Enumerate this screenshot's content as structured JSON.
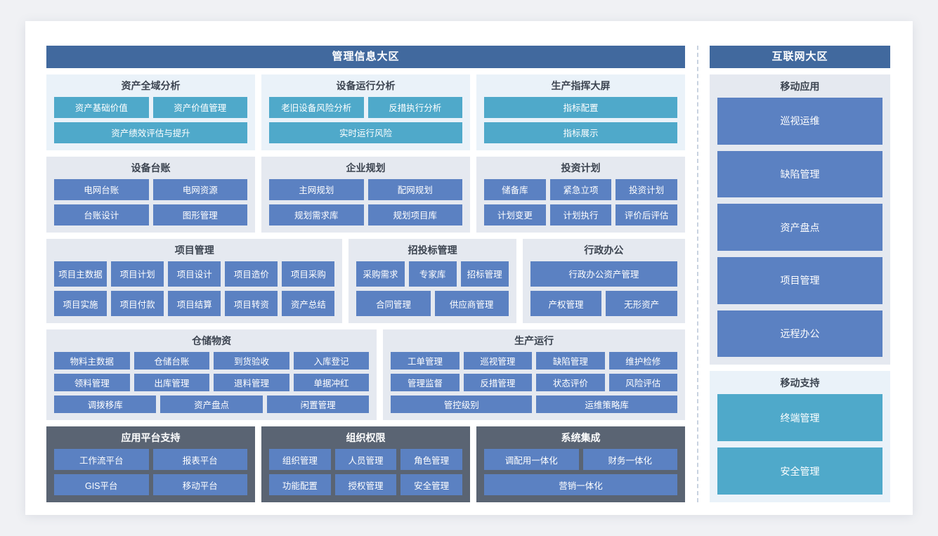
{
  "zones": {
    "left": {
      "header": "管理信息大区",
      "rows": [
        {
          "groups": [
            {
              "title": "资产全域分析",
              "theme": "cyan",
              "flex": 3.03,
              "tile_rows": [
                [
                  "资产基础价值",
                  "资产价值管理"
                ],
                [
                  "资产绩效评估与提升"
                ]
              ]
            },
            {
              "title": "设备运行分析",
              "theme": "cyan",
              "flex": 3.03,
              "tile_rows": [
                [
                  "老旧设备风险分析",
                  "反措执行分析"
                ],
                [
                  "实时运行风险"
                ]
              ]
            },
            {
              "title": "生产指挥大屏",
              "theme": "cyan",
              "flex": 3.03,
              "tile_rows": [
                [
                  "指标配置"
                ],
                [
                  "指标展示"
                ]
              ]
            }
          ]
        },
        {
          "groups": [
            {
              "title": "设备台账",
              "theme": "blue",
              "flex": 3.03,
              "tile_rows": [
                [
                  "电网台账",
                  "电网资源"
                ],
                [
                  "台账设计",
                  "图形管理"
                ]
              ]
            },
            {
              "title": "企业规划",
              "theme": "blue",
              "flex": 3.03,
              "tile_rows": [
                [
                  "主网规划",
                  "配网规划"
                ],
                [
                  "规划需求库",
                  "规划项目库"
                ]
              ]
            },
            {
              "title": "投资计划",
              "theme": "blue",
              "flex": 3.03,
              "tile_rows": [
                [
                  "储备库",
                  "紧急立项",
                  "投资计划"
                ],
                [
                  "计划变更",
                  "计划执行",
                  "评价后评估"
                ]
              ]
            }
          ]
        },
        {
          "groups": [
            {
              "title": "项目管理",
              "theme": "blue",
              "flex": 4.3,
              "tile_rows": [
                [
                  "项目主数据",
                  "项目计划",
                  "项目设计",
                  "项目造价",
                  "项目采购"
                ],
                [
                  "项目实施",
                  "项目付款",
                  "项目结算",
                  "项目转资",
                  "资产总结"
                ]
              ]
            },
            {
              "title": "招投标管理",
              "theme": "blue",
              "flex": 2.43,
              "tile_rows": [
                [
                  "采购需求",
                  "专家库",
                  "招标管理"
                ],
                [
                  "合同管理",
                  "供应商管理"
                ]
              ]
            },
            {
              "title": "行政办公",
              "theme": "blue",
              "flex": 2.36,
              "tile_rows": [
                [
                  "行政办公资产管理"
                ],
                [
                  "产权管理",
                  "无形资产"
                ]
              ]
            }
          ]
        },
        {
          "groups": [
            {
              "title": "仓储物资",
              "theme": "blue",
              "flex": 4.75,
              "tile_rows": [
                [
                  "物料主数据",
                  "仓储台账",
                  "到货验收",
                  "入库登记"
                ],
                [
                  "领料管理",
                  "出库管理",
                  "退料管理",
                  "单据冲红"
                ],
                [
                  "调拨移库",
                  "资产盘点",
                  "闲置管理"
                ]
              ]
            },
            {
              "title": "生产运行",
              "theme": "blue",
              "flex": 4.34,
              "tile_rows": [
                [
                  "工单管理",
                  "巡视管理",
                  "缺陷管理",
                  "维护检修"
                ],
                [
                  "管理监督",
                  "反措管理",
                  "状态评价",
                  "风险评估"
                ],
                [
                  "管控级别",
                  "运维策略库"
                ]
              ]
            }
          ]
        },
        {
          "groups": [
            {
              "title": "应用平台支持",
              "theme": "dark",
              "flex": 3.03,
              "tile_rows": [
                [
                  "工作流平台",
                  "报表平台"
                ],
                [
                  "GIS平台",
                  "移动平台"
                ]
              ]
            },
            {
              "title": "组织权限",
              "theme": "dark",
              "flex": 3.03,
              "tile_rows": [
                [
                  "组织管理",
                  "人员管理",
                  "角色管理"
                ],
                [
                  "功能配置",
                  "授权管理",
                  "安全管理"
                ]
              ]
            },
            {
              "title": "系统集成",
              "theme": "dark",
              "flex": 3.03,
              "tile_rows": [
                [
                  "调配用一体化",
                  "财务一体化"
                ],
                [
                  "营销一体化"
                ]
              ]
            }
          ]
        }
      ]
    },
    "right": {
      "header": "互联网大区",
      "groups": [
        {
          "title": "移动应用",
          "theme": "blue",
          "flex": 5,
          "tiles": [
            "巡视运维",
            "缺陷管理",
            "资产盘点",
            "项目管理",
            "远程办公"
          ]
        },
        {
          "title": "移动支持",
          "theme": "cyan",
          "flex": 2.26,
          "tiles": [
            "终端管理",
            "安全管理"
          ]
        }
      ]
    }
  },
  "colors": {
    "header_blue": "#41699e",
    "tile_blue": "#5b81c2",
    "tile_cyan": "#4fa9ca",
    "card_cyan_bg": "#eaf2f9",
    "card_blue_bg": "#e5e9f0",
    "card_dark_bg": "#5a6473",
    "page_bg": "#f0f1f4",
    "divider": "#c8d2e0"
  }
}
